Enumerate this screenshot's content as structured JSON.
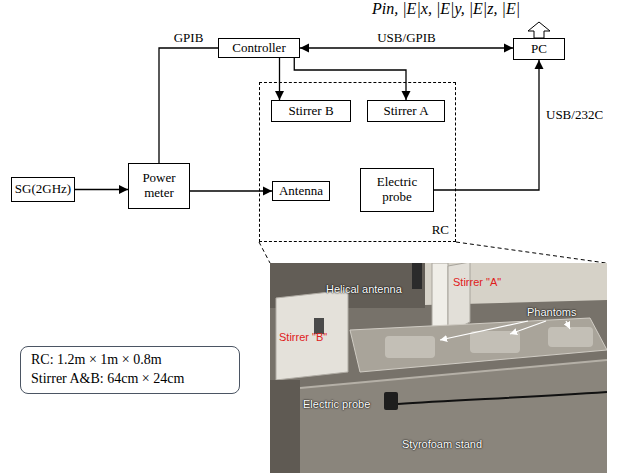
{
  "diagram": {
    "nodes": [
      {
        "text": [
          "Controller"
        ]
      },
      {
        "text": [
          "PC"
        ]
      },
      {
        "text": [
          "RC"
        ]
      },
      {
        "text": [
          "Stirrer B"
        ],
        "in": 2
      },
      {
        "text": [
          "Stirrer A"
        ],
        "in": 2
      },
      {
        "text": [
          "SG(2GHz)"
        ]
      },
      {
        "text": [
          "Power meter"
        ]
      },
      {
        "text": [
          "Antenna"
        ],
        "in": 2
      },
      {
        "text": [
          "Electric probe"
        ],
        "in": 2
      },
      {
        "text": [
          "RC: 1.2m × 1m × 0.8m",
          "Stirrer A&B: 64cm × 24cm"
        ]
      }
    ],
    "edges": [
      {
        "from": 0,
        "to": 3,
        "arrow": "to"
      },
      {
        "from": 0,
        "to": 4,
        "arrow": "to"
      },
      {
        "from": 0,
        "to": 1,
        "arrow": "both",
        "label": "USB/GPIB"
      },
      {
        "from": 6,
        "to": 0,
        "arrow": "none",
        "label": "GPIB"
      },
      {
        "from": 5,
        "to": 6,
        "arrow": "to"
      },
      {
        "from": 6,
        "to": 7,
        "arrow": "to"
      },
      {
        "from": 8,
        "to": 1,
        "arrow": "to",
        "label": "USB/232C"
      }
    ],
    "labels": [
      "Pin, |E|x, |E|y, |E|z, |E|",
      "Helical antenna",
      "Stirrer \"A\"",
      "Stirrer \"B\"",
      "Phantoms",
      "Electric probe",
      "Styrofoam stand"
    ]
  }
}
